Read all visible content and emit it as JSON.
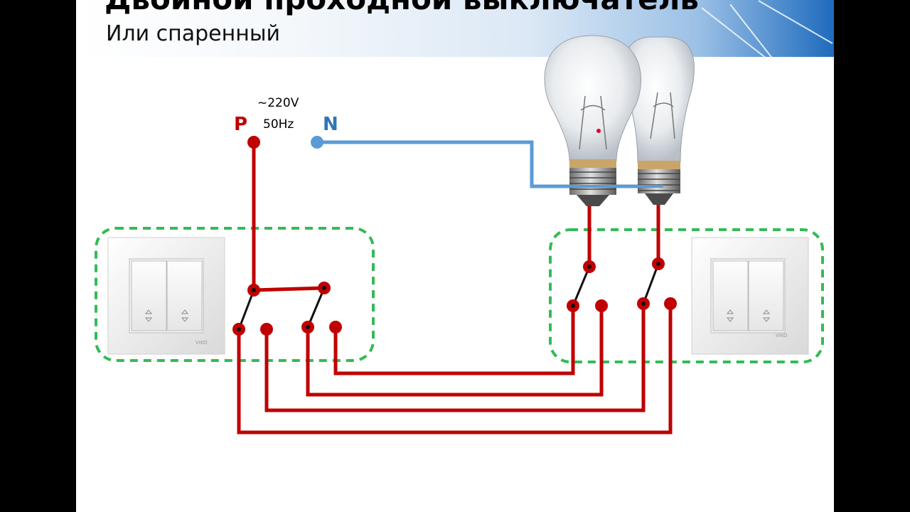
{
  "slide": {
    "title": "Двойной проходной выключатель",
    "subtitle": "Или спаренный"
  },
  "supply": {
    "phase_label": "P",
    "neutral_label": "N",
    "voltage": "~220V",
    "frequency": "50Hz"
  },
  "switch_brand": "VIKO",
  "colors": {
    "phase_wire": "#c00000",
    "neutral_wire": "#5b9bd5",
    "box_outline": "#33bb55",
    "background": "#ffffff"
  },
  "icons": {
    "lamp": "incandescent-bulb-icon",
    "switch": "double-rocker-switch-icon",
    "rocker_arrow": "up-down-arrow-icon"
  }
}
